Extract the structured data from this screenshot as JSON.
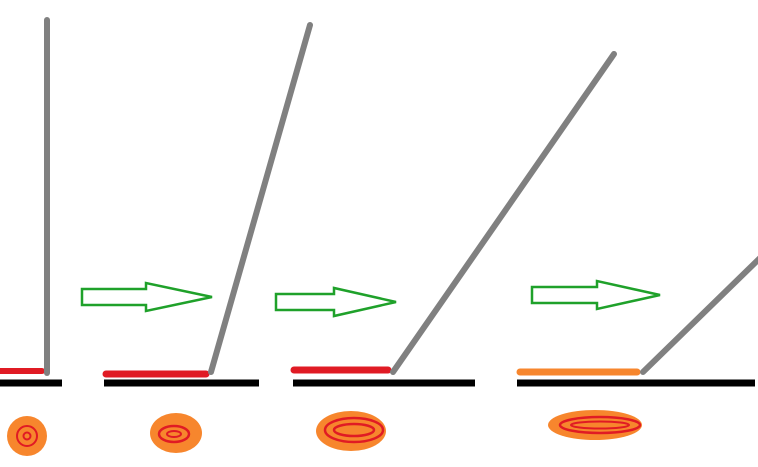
{
  "diagram": {
    "colors": {
      "background": "#ffffff",
      "ground": "#000000",
      "rod": "#808080",
      "trace_red": "#e01b24",
      "trace_orange": "#f7862d",
      "arrow": "#1fa12a"
    },
    "stages": [
      {
        "trace_color": "red"
      },
      {
        "trace_color": "red"
      },
      {
        "trace_color": "red"
      },
      {
        "trace_color": "orange"
      }
    ],
    "transition_arrows": 3
  }
}
